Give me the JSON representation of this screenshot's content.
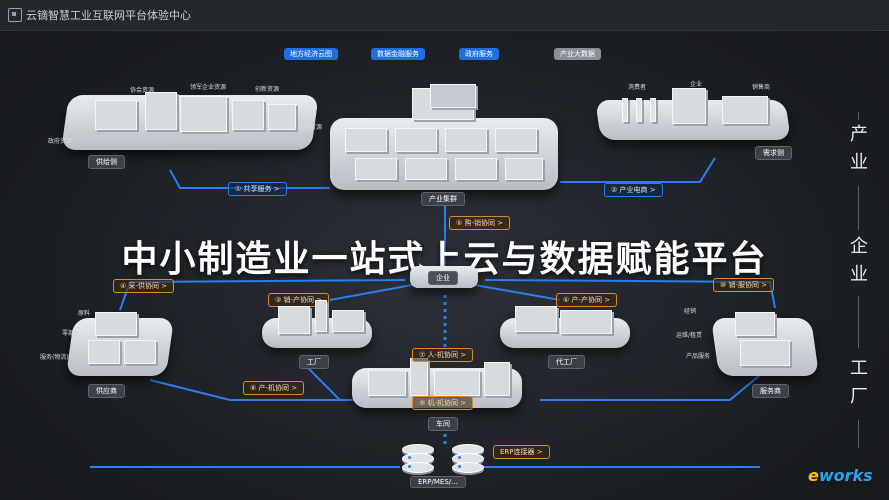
{
  "window": {
    "title": "云镝智慧工业互联网平台体验中心"
  },
  "headline": "中小制造业一站式上云与数据赋能平台",
  "top_services": [
    {
      "label": "地方经济云图",
      "style": "blue"
    },
    {
      "label": "数据金融服务",
      "style": "blue"
    },
    {
      "label": "政府服务",
      "style": "blue"
    },
    {
      "label": "产业大数据",
      "style": "gray"
    }
  ],
  "nodes": {
    "supply_chain": {
      "label": "供给侧",
      "items": [
        "协会资源",
        "领军企业资源",
        "创新资源",
        "服务资源",
        "政府资源",
        "金融资源"
      ]
    },
    "cluster": {
      "label": "产业集群"
    },
    "demand": {
      "label": "需求侧",
      "items": [
        "消费者",
        "企业",
        "销售商"
      ]
    },
    "enterprise": {
      "label": "企业"
    },
    "supplier": {
      "label": "供应商",
      "items": [
        "原料",
        "零部件",
        "服务(物流)"
      ]
    },
    "factory": {
      "label": "工厂"
    },
    "oem": {
      "label": "代工厂"
    },
    "service_provider": {
      "label": "服务商",
      "items": [
        "经销",
        "运维/租赁",
        "产品服务"
      ]
    },
    "workshop": {
      "label": "车间"
    },
    "erp": {
      "label": "ERP/MES/..."
    }
  },
  "links": {
    "share": "① 共享服务 >",
    "ecommerce": "② 产业电商 >",
    "buy_sell": "⑤ 购-销协同 >",
    "supply": "④ 采-供协同 >",
    "sell_produce": "③ 销-产协同 >",
    "produce_produce": "⑥ 产-产协同 >",
    "sell_service": "⑩ 销-服协同 >",
    "human_machine": "⑦ 人-机协同 >",
    "prod_machine": "⑧ 产-机协同 >",
    "machine_machine": "⑨ 机-机协同 >",
    "erp_connector": "ERP连接器 >"
  },
  "levels": [
    "产业",
    "企业",
    "工厂"
  ],
  "watermark": {
    "prefix": "e",
    "suffix": "works"
  }
}
